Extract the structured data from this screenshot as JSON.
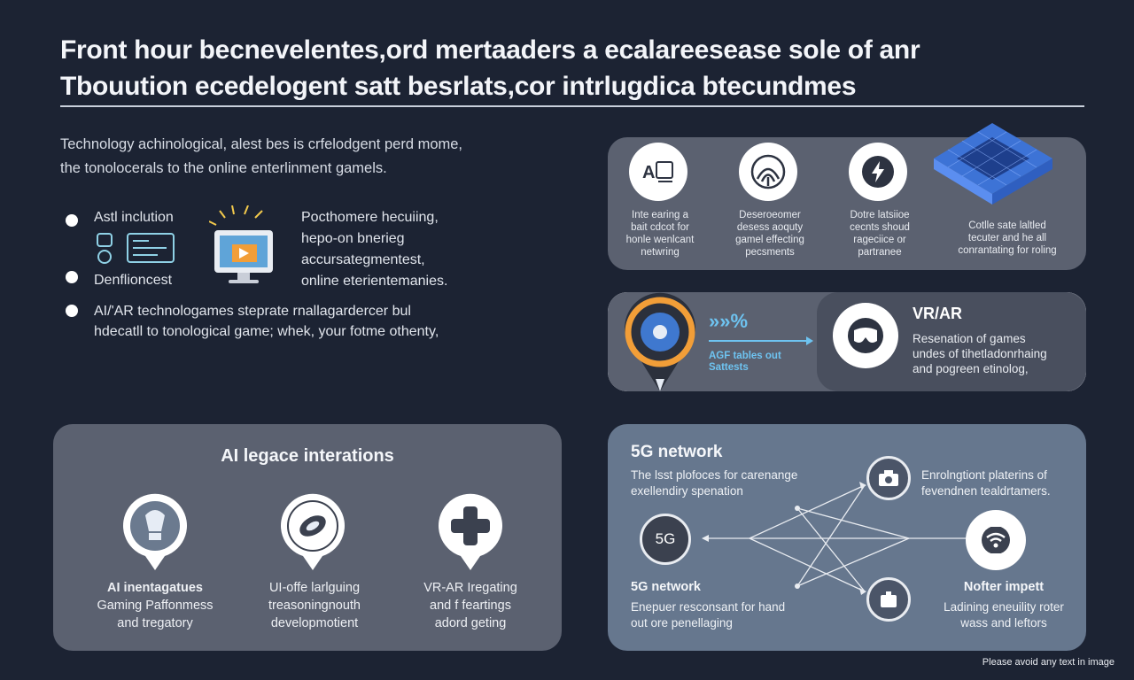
{
  "header": {
    "title_line1": "Front hour becnevelentes,ord mertaaders a ecalareesease sole of anr",
    "title_line2": "Tbouution ecedelogent satt besrlats,cor intrlugdica btecundmes"
  },
  "intro": {
    "line1": "Technology achinological, alest bes is crfelodgent perd mome,",
    "line2": "the tonolocerals to the online enterlinment gamels."
  },
  "bullets": [
    {
      "label": "Astl inclution"
    },
    {
      "label": "Denflioncest"
    },
    {
      "label": "AI/'AR technologames steprate rnallagardercer bul",
      "label2": "hdecatll to tonological game; whek, your fotme othenty,"
    }
  ],
  "middle_text": {
    "line1": "Pocthomere hecuiing,",
    "line2": "hepo-on bnerieg",
    "line3": "accursategmentest,",
    "line4": "online eterientemanies."
  },
  "top_cards": [
    {
      "icon": "translate-icon",
      "glyph": "A⇄",
      "text": [
        "Inte earing a",
        "bait cdcot for",
        "honle wenlcant",
        "netwring"
      ]
    },
    {
      "icon": "fingerprint-icon",
      "text": [
        "Deseroeomer",
        "desess aoquty",
        "gamel effecting",
        "pecsments"
      ]
    },
    {
      "icon": "lightning-icon",
      "text": [
        "Dotre latsiioe",
        "cecnts shoud",
        "rageciice or",
        "partranee"
      ]
    },
    {
      "icon": "cube-icon",
      "text": [
        "Cotlle sate laltled",
        "tecuter and he all",
        "conrantating for roling"
      ]
    }
  ],
  "vr_panel": {
    "arrow_text": "»»%",
    "sub_text": [
      "AGF tables out",
      "Sattests"
    ],
    "title": "VR/AR",
    "desc": [
      "Resenation of games",
      "undes of tihetladonrhaing",
      "and pogreen etinolog,"
    ]
  },
  "ai_panel": {
    "title": "AI legace interations",
    "items": [
      {
        "icon": "lightbulb-icon",
        "title": "AI inentagatues",
        "lines": [
          "Gaming Paffonmess",
          "and tregatory"
        ]
      },
      {
        "icon": "sensor-icon",
        "title": "UI-offe larlguing",
        "lines": [
          "treasoningnouth",
          "developmotient"
        ]
      },
      {
        "icon": "gamepad-cross-icon",
        "title": "VR-AR Iregating",
        "lines": [
          "and f feartings",
          "adord geting"
        ]
      }
    ]
  },
  "network_panel": {
    "title": "5G network",
    "desc": [
      "The lsst plofoces for carenange",
      "exellendiry spenation"
    ],
    "hub_label": "5G",
    "bottom_title": "5G network",
    "bottom_desc": [
      "Enepuer resconsant for hand",
      "out ore penellaging"
    ],
    "right_top": [
      "Enrolngtiont platerins of",
      "fevendnen tealdrtamers."
    ],
    "right_bottom_title": "Nofter impett",
    "right_bottom": [
      "Ladining eneuility roter",
      "wass and leftors"
    ]
  },
  "footnote": "Please avoid any text in image"
}
